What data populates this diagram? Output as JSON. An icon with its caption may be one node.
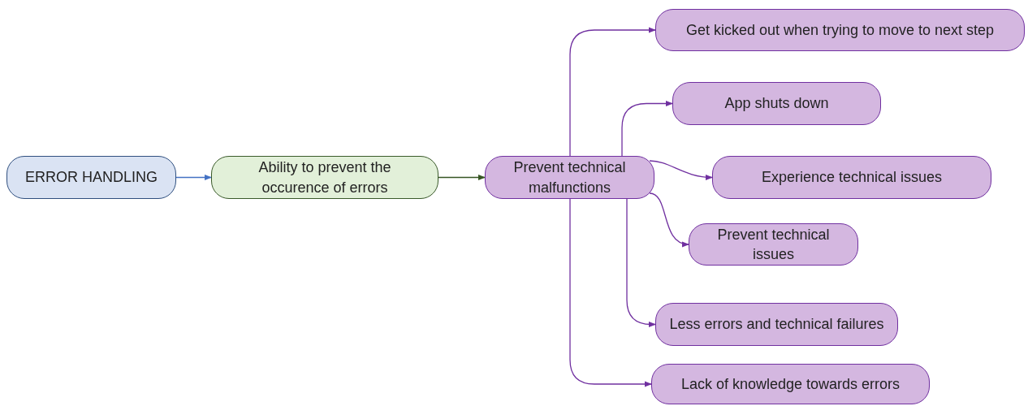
{
  "diagram": {
    "nodes": [
      {
        "text": [
          "ERROR HANDLING"
        ]
      },
      {
        "text": [
          "Ability to prevent the occurence of errors"
        ]
      },
      {
        "text": [
          "Prevent technical malfunctions"
        ]
      },
      {
        "text": [
          "Get kicked out when trying to move to next step"
        ]
      },
      {
        "text": [
          "App shuts down"
        ]
      },
      {
        "text": [
          "Experience technical issues"
        ]
      },
      {
        "text": [
          "Prevent technical issues"
        ]
      },
      {
        "text": [
          "Less errors and technical failures"
        ]
      },
      {
        "text": [
          "Lack of knowledge towards errors"
        ]
      }
    ],
    "edges": [
      {
        "from": 0,
        "to": 1,
        "arrow": "to",
        "color": "#4472c4"
      },
      {
        "from": 1,
        "to": 2,
        "arrow": "to",
        "color": "#375623"
      },
      {
        "from": 2,
        "to": 3,
        "arrow": "to"
      },
      {
        "from": 2,
        "to": 4,
        "arrow": "to"
      },
      {
        "from": 2,
        "to": 5,
        "arrow": "to"
      },
      {
        "from": 2,
        "to": 6,
        "arrow": "to"
      },
      {
        "from": 2,
        "to": 7,
        "arrow": "to"
      },
      {
        "from": 2,
        "to": 8,
        "arrow": "to"
      }
    ]
  }
}
